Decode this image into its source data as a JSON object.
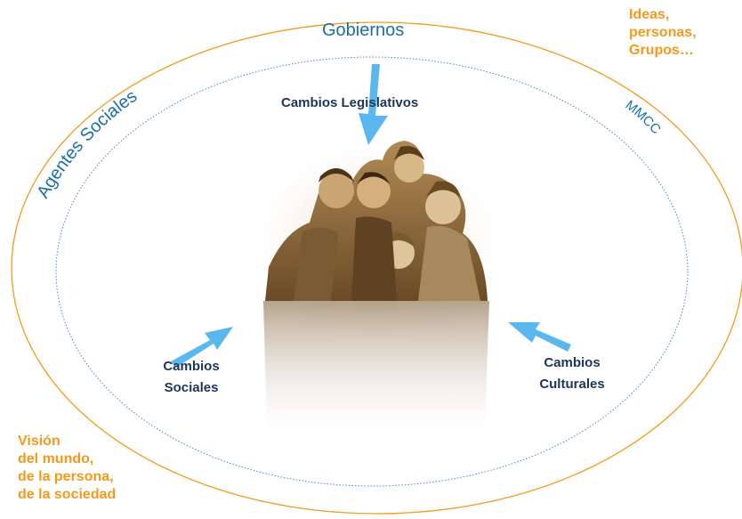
{
  "labels": {
    "gobiernos": "Gobiernos",
    "agentes_sociales": "Agentes Sociales",
    "mmcc": "MMCC"
  },
  "corner_notes": {
    "top_right": [
      "Ideas,",
      "personas,",
      "Grupos…"
    ],
    "bottom_left": [
      "Visión",
      "del mundo,",
      "de la persona,",
      "de la sociedad"
    ]
  },
  "changes": {
    "legislativos": "Cambios Legislativos",
    "sociales": [
      "Cambios",
      "Sociales"
    ],
    "culturales": [
      "Cambios",
      "Culturales"
    ]
  },
  "colors": {
    "outer_ellipse": "#f39a1e",
    "inner_ellipse": "#4a86c5",
    "arrow": "#5bb8ee",
    "blue_text": "#1a6fa8",
    "orange_text": "#f39a1e",
    "navy_text": "#1b3657",
    "photo_tone": "#8c6b3e"
  },
  "photo": {
    "subject": "family-group-sepia-photo"
  }
}
